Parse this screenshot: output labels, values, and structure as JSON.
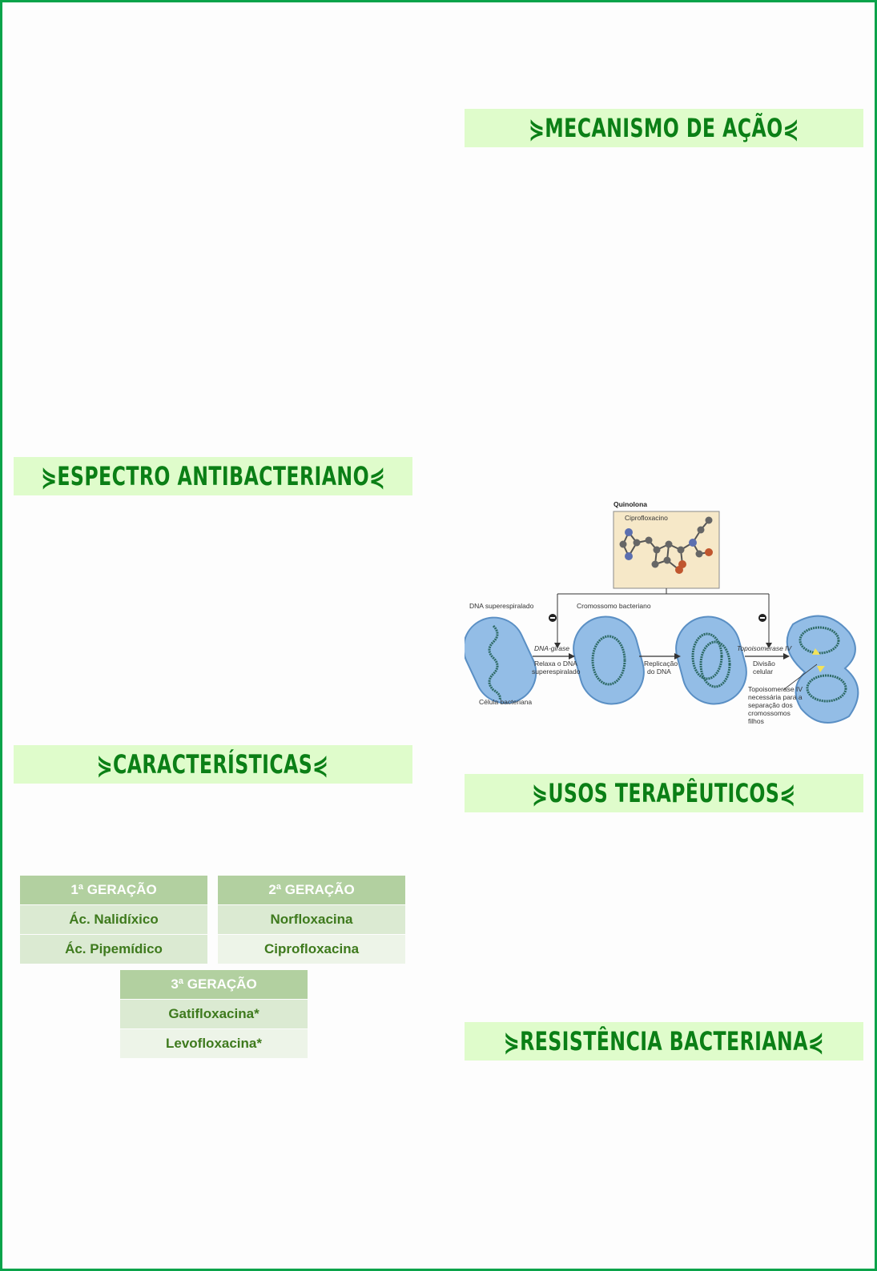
{
  "sections": {
    "mecanismo": "⋟MECANISMO DE AÇÃO⋞",
    "espectro": "⋟ESPECTRO ANTIBACTERIANO⋞",
    "caracteristicas": "⋟CARACTERÍSTICAS⋞",
    "usos": "⋟USOS TERAPÊUTICOS⋞",
    "resistencia": "⋟RESISTÊNCIA BACTERIANA⋞"
  },
  "generations": [
    {
      "header": "1ª GERAÇÃO",
      "items": [
        "Ác. Nalidíxico",
        "Ác. Pipemídico"
      ]
    },
    {
      "header": "2ª GERAÇÃO",
      "items": [
        "Norfloxacina",
        "Ciprofloxacina"
      ]
    },
    {
      "header": "3ª GERAÇÃO",
      "items": [
        "Gatifloxacina*",
        "Levofloxacina*"
      ]
    }
  ],
  "figure": {
    "quinolona": "Quinolona",
    "ciprofloxacino": "Ciprofloxacino",
    "dna_superespiralado": "DNA superespiralado",
    "cromossomo": "Cromossomo bacteriano",
    "dna_girase": "DNA-girase",
    "relaxa_1": "Relaxa o DNA",
    "relaxa_2": "superespiralado",
    "replicacao_1": "Replicação",
    "replicacao_2": "do DNA",
    "topo": "Topoisomerase IV",
    "divisao_1": "Divisão",
    "divisao_2": "celular",
    "celula": "Célula bacteriana",
    "nota_1": "Topoisomerase IV",
    "nota_2": "necessária para a",
    "nota_3": "separação dos",
    "nota_4": "cromossomos",
    "nota_5": "filhos"
  }
}
